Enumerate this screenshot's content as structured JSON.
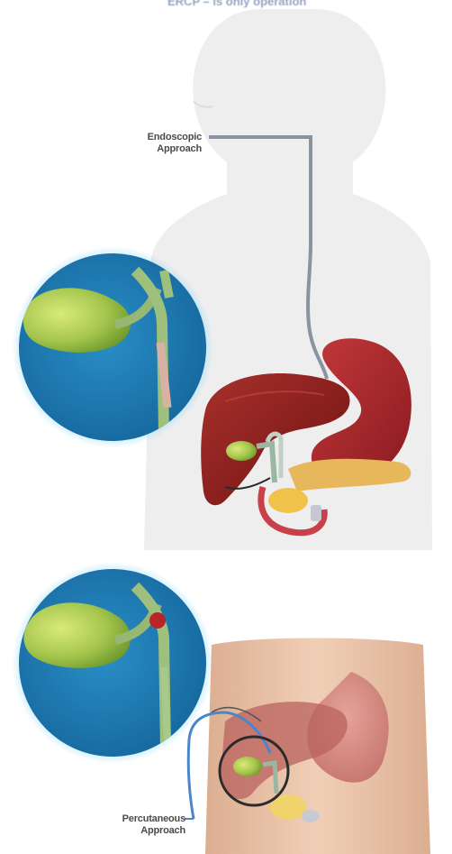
{
  "header": {
    "text": "ERCP – is only operation"
  },
  "labels": {
    "endoscopic_line1": "Endoscopic",
    "endoscopic_line2": "Approach",
    "percutaneous_line1": "Percutaneous",
    "percutaneous_line2": "Approach"
  },
  "colors": {
    "inset_blue": "#1f7fb8",
    "gallbladder": "#9bc24a",
    "duct_tan": "#cda88a",
    "liver_red": "#8c1a1a",
    "stomach_red": "#a3252a",
    "body_silhouette": "#ececec",
    "abdomen_skin": "#ecc7ac",
    "endoscope_gray": "#7d8a99",
    "catheter_blue": "#4a86c9",
    "stone_red": "#b8242a"
  },
  "icons": {
    "top_inset": "gallbladder-endoscopic-inset-icon",
    "bottom_inset": "gallbladder-percutaneous-inset-icon"
  }
}
